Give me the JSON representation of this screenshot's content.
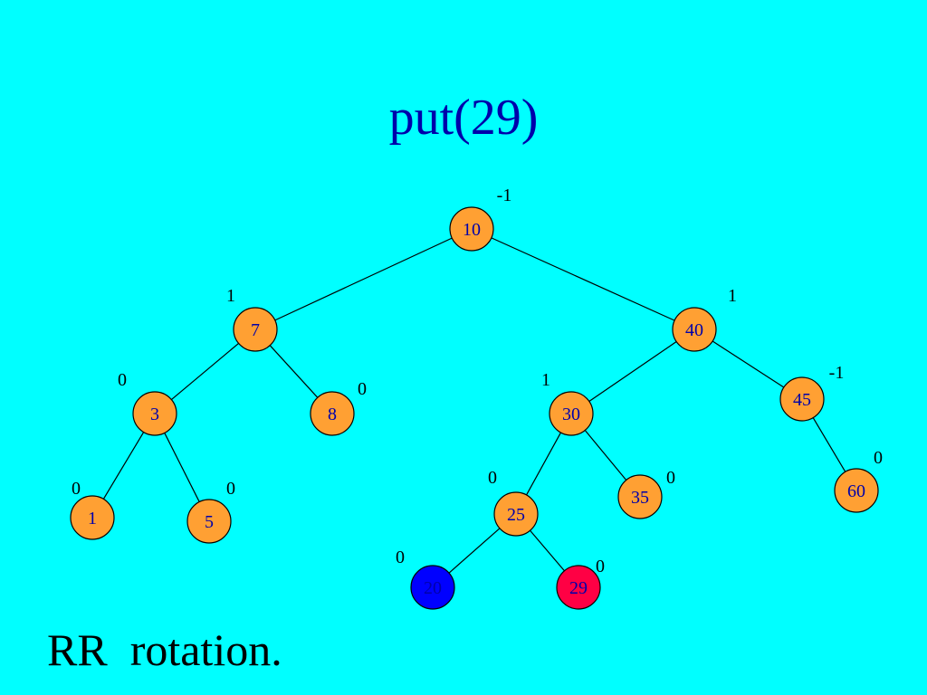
{
  "slide": {
    "title": "put(29)",
    "caption": "RR  rotation.",
    "background_color": "#00ffff",
    "title_color": "#0000aa"
  },
  "tree": {
    "node_fill": "#ffa033",
    "node_text_color": "#0000aa",
    "edge_color": "#000000",
    "nodes": [
      {
        "id": "n10",
        "key": "10",
        "balance": "-1"
      },
      {
        "id": "n7",
        "key": "7",
        "balance": "1"
      },
      {
        "id": "n40",
        "key": "40",
        "balance": "1"
      },
      {
        "id": "n3",
        "key": "3",
        "balance": "0"
      },
      {
        "id": "n8",
        "key": "8",
        "balance": "0"
      },
      {
        "id": "n30",
        "key": "30",
        "balance": "1"
      },
      {
        "id": "n45",
        "key": "45",
        "balance": "-1"
      },
      {
        "id": "n1",
        "key": "1",
        "balance": "0"
      },
      {
        "id": "n5",
        "key": "5",
        "balance": "0"
      },
      {
        "id": "n25",
        "key": "25",
        "balance": "0"
      },
      {
        "id": "n35",
        "key": "35",
        "balance": "0"
      },
      {
        "id": "n60",
        "key": "60",
        "balance": "0"
      },
      {
        "id": "n20",
        "key": "20",
        "balance": "0",
        "fill": "#0000ff"
      },
      {
        "id": "n29",
        "key": "29",
        "balance": "0",
        "fill": "#ff0044"
      }
    ],
    "edges": [
      [
        "n10",
        "n7"
      ],
      [
        "n10",
        "n40"
      ],
      [
        "n7",
        "n3"
      ],
      [
        "n7",
        "n8"
      ],
      [
        "n3",
        "n1"
      ],
      [
        "n3",
        "n5"
      ],
      [
        "n40",
        "n30"
      ],
      [
        "n40",
        "n45"
      ],
      [
        "n30",
        "n25"
      ],
      [
        "n30",
        "n35"
      ],
      [
        "n45",
        "n60"
      ],
      [
        "n25",
        "n20"
      ],
      [
        "n25",
        "n29"
      ]
    ]
  }
}
